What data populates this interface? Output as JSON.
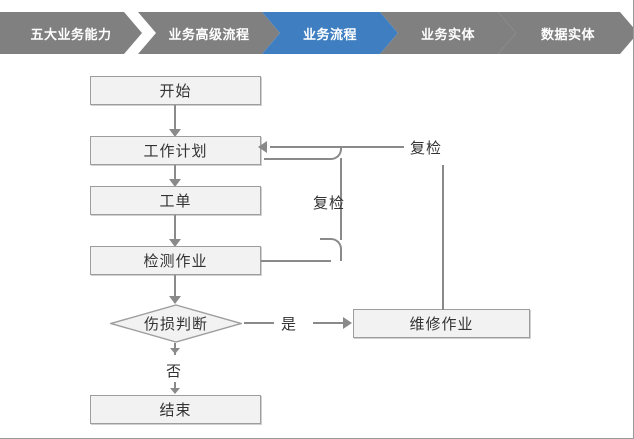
{
  "breadcrumb": {
    "steps": [
      {
        "label": "五大业务能力",
        "state": "inactive"
      },
      {
        "label": "业务高级流程",
        "state": "inactive"
      },
      {
        "label": "业务流程",
        "state": "active"
      },
      {
        "label": "业务实体",
        "state": "inactive"
      },
      {
        "label": "数据实体",
        "state": "inactive"
      }
    ],
    "colors": {
      "active": "#3f7fc1",
      "inactive": "#808080",
      "text": "#ffffff"
    }
  },
  "flowchart": {
    "nodes": {
      "start": "开始",
      "work_plan": "工作计划",
      "work_order": "工单",
      "inspection": "检测作业",
      "decision": "伤损判断",
      "repair": "维修作业",
      "end": "结束"
    },
    "edge_labels": {
      "yes": "是",
      "no": "否",
      "recheck_inner": "复检",
      "recheck_outer": "复检"
    },
    "colors": {
      "node_fill": "#f2f2f2",
      "node_border": "#9d9d9d",
      "connector": "#8a8a8a",
      "text": "#333333"
    }
  }
}
